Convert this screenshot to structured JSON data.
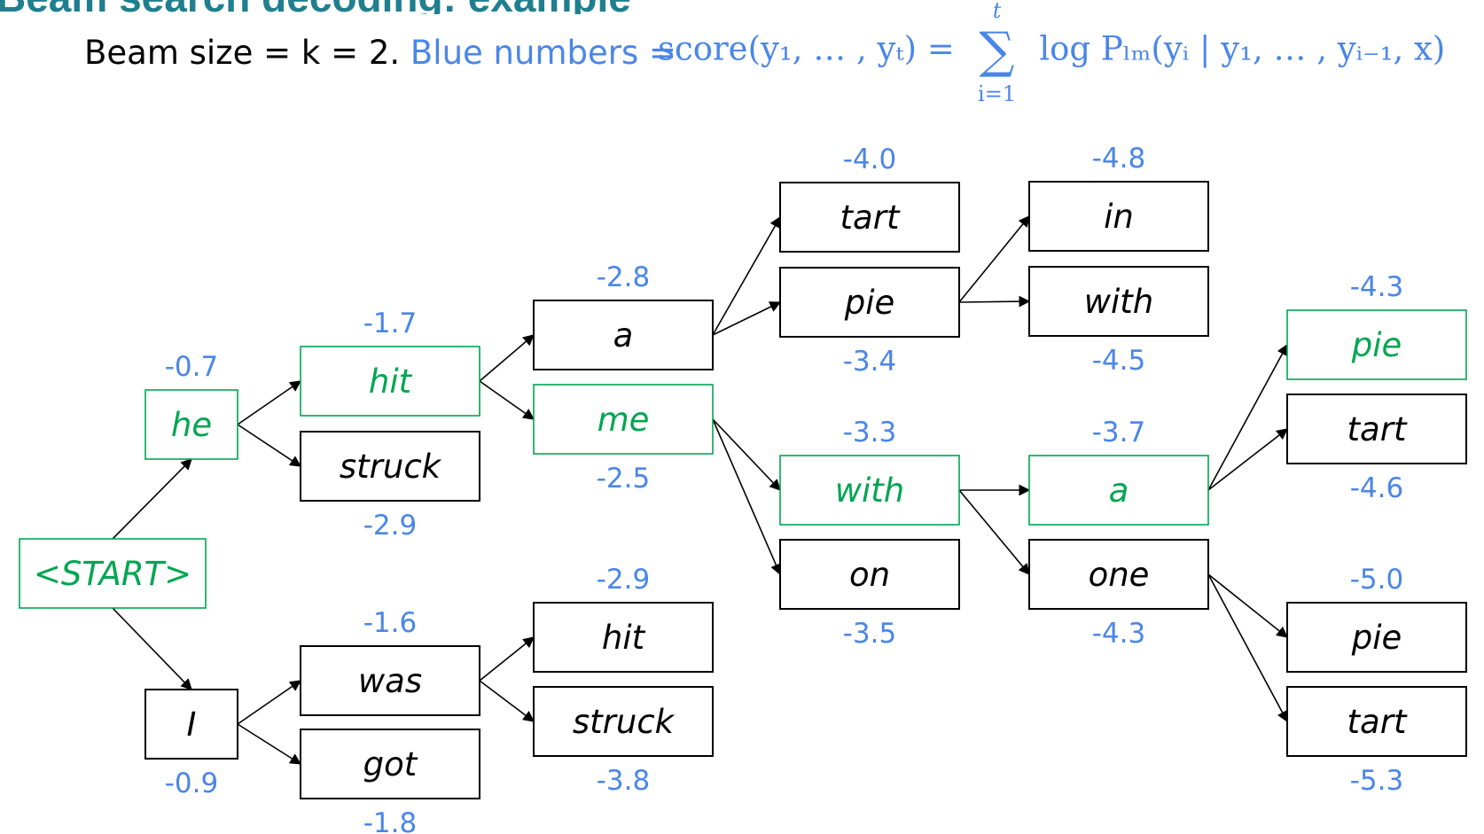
{
  "title": "Beam search decoding: example",
  "caption": {
    "prefix": "Beam size = k = 2. ",
    "blue_label": "Blue numbers = ",
    "formula": {
      "lhs": "score(y₁, … , yₜ) =",
      "sum_top": "t",
      "sum_symbol": "∑",
      "sum_bottom": "i=1",
      "rhs": "log Pₗₘ(yᵢ | y₁, … , yᵢ₋₁, x)"
    }
  },
  "colors": {
    "score": "#4a86e8",
    "beam": "#00a651",
    "box_border": "#000000",
    "text": "#000000"
  },
  "nodes": [
    {
      "id": "start",
      "word": "<START>",
      "beam": true
    },
    {
      "id": "he",
      "word": "he",
      "score": "-0.7",
      "beam": true
    },
    {
      "id": "I",
      "word": "I",
      "score": "-0.9",
      "beam": false
    },
    {
      "id": "hit1",
      "word": "hit",
      "score": "-1.7",
      "beam": true
    },
    {
      "id": "struck1",
      "word": "struck",
      "score": "-2.9",
      "beam": false
    },
    {
      "id": "was",
      "word": "was",
      "score": "-1.6",
      "beam": false
    },
    {
      "id": "got",
      "word": "got",
      "score": "-1.8",
      "beam": false
    },
    {
      "id": "a1",
      "word": "a",
      "score": "-2.8",
      "beam": false
    },
    {
      "id": "me",
      "word": "me",
      "score": "-2.5",
      "beam": true
    },
    {
      "id": "hit2",
      "word": "hit",
      "score": "-2.9",
      "beam": false
    },
    {
      "id": "struck2",
      "word": "struck",
      "score": "-3.8",
      "beam": false
    },
    {
      "id": "tart1",
      "word": "tart",
      "score": "-4.0",
      "beam": false
    },
    {
      "id": "pie1",
      "word": "pie",
      "score": "-3.4",
      "beam": false
    },
    {
      "id": "with1",
      "word": "with",
      "score": "-3.3",
      "beam": true
    },
    {
      "id": "on",
      "word": "on",
      "score": "-3.5",
      "beam": false
    },
    {
      "id": "in",
      "word": "in",
      "score": "-4.8",
      "beam": false
    },
    {
      "id": "with2",
      "word": "with",
      "score": "-4.5",
      "beam": false
    },
    {
      "id": "a2",
      "word": "a",
      "score": "-3.7",
      "beam": true
    },
    {
      "id": "one",
      "word": "one",
      "score": "-4.3",
      "beam": false
    },
    {
      "id": "pie2",
      "word": "pie",
      "score": "-4.3",
      "beam": true
    },
    {
      "id": "tart2",
      "word": "tart",
      "score": "-4.6",
      "beam": false
    },
    {
      "id": "pie3",
      "word": "pie",
      "score": "-5.0",
      "beam": false
    },
    {
      "id": "tart3",
      "word": "tart",
      "score": "-5.3",
      "beam": false
    }
  ],
  "edges": [
    [
      "start",
      "he"
    ],
    [
      "start",
      "I"
    ],
    [
      "he",
      "hit1"
    ],
    [
      "he",
      "struck1"
    ],
    [
      "I",
      "was"
    ],
    [
      "I",
      "got"
    ],
    [
      "hit1",
      "a1"
    ],
    [
      "hit1",
      "me"
    ],
    [
      "was",
      "hit2"
    ],
    [
      "was",
      "struck2"
    ],
    [
      "a1",
      "tart1"
    ],
    [
      "a1",
      "pie1"
    ],
    [
      "me",
      "with1"
    ],
    [
      "me",
      "on"
    ],
    [
      "pie1",
      "in"
    ],
    [
      "pie1",
      "with2"
    ],
    [
      "with1",
      "a2"
    ],
    [
      "with1",
      "one"
    ],
    [
      "a2",
      "pie2"
    ],
    [
      "a2",
      "tart2"
    ],
    [
      "one",
      "pie3"
    ],
    [
      "one",
      "tart3"
    ]
  ]
}
